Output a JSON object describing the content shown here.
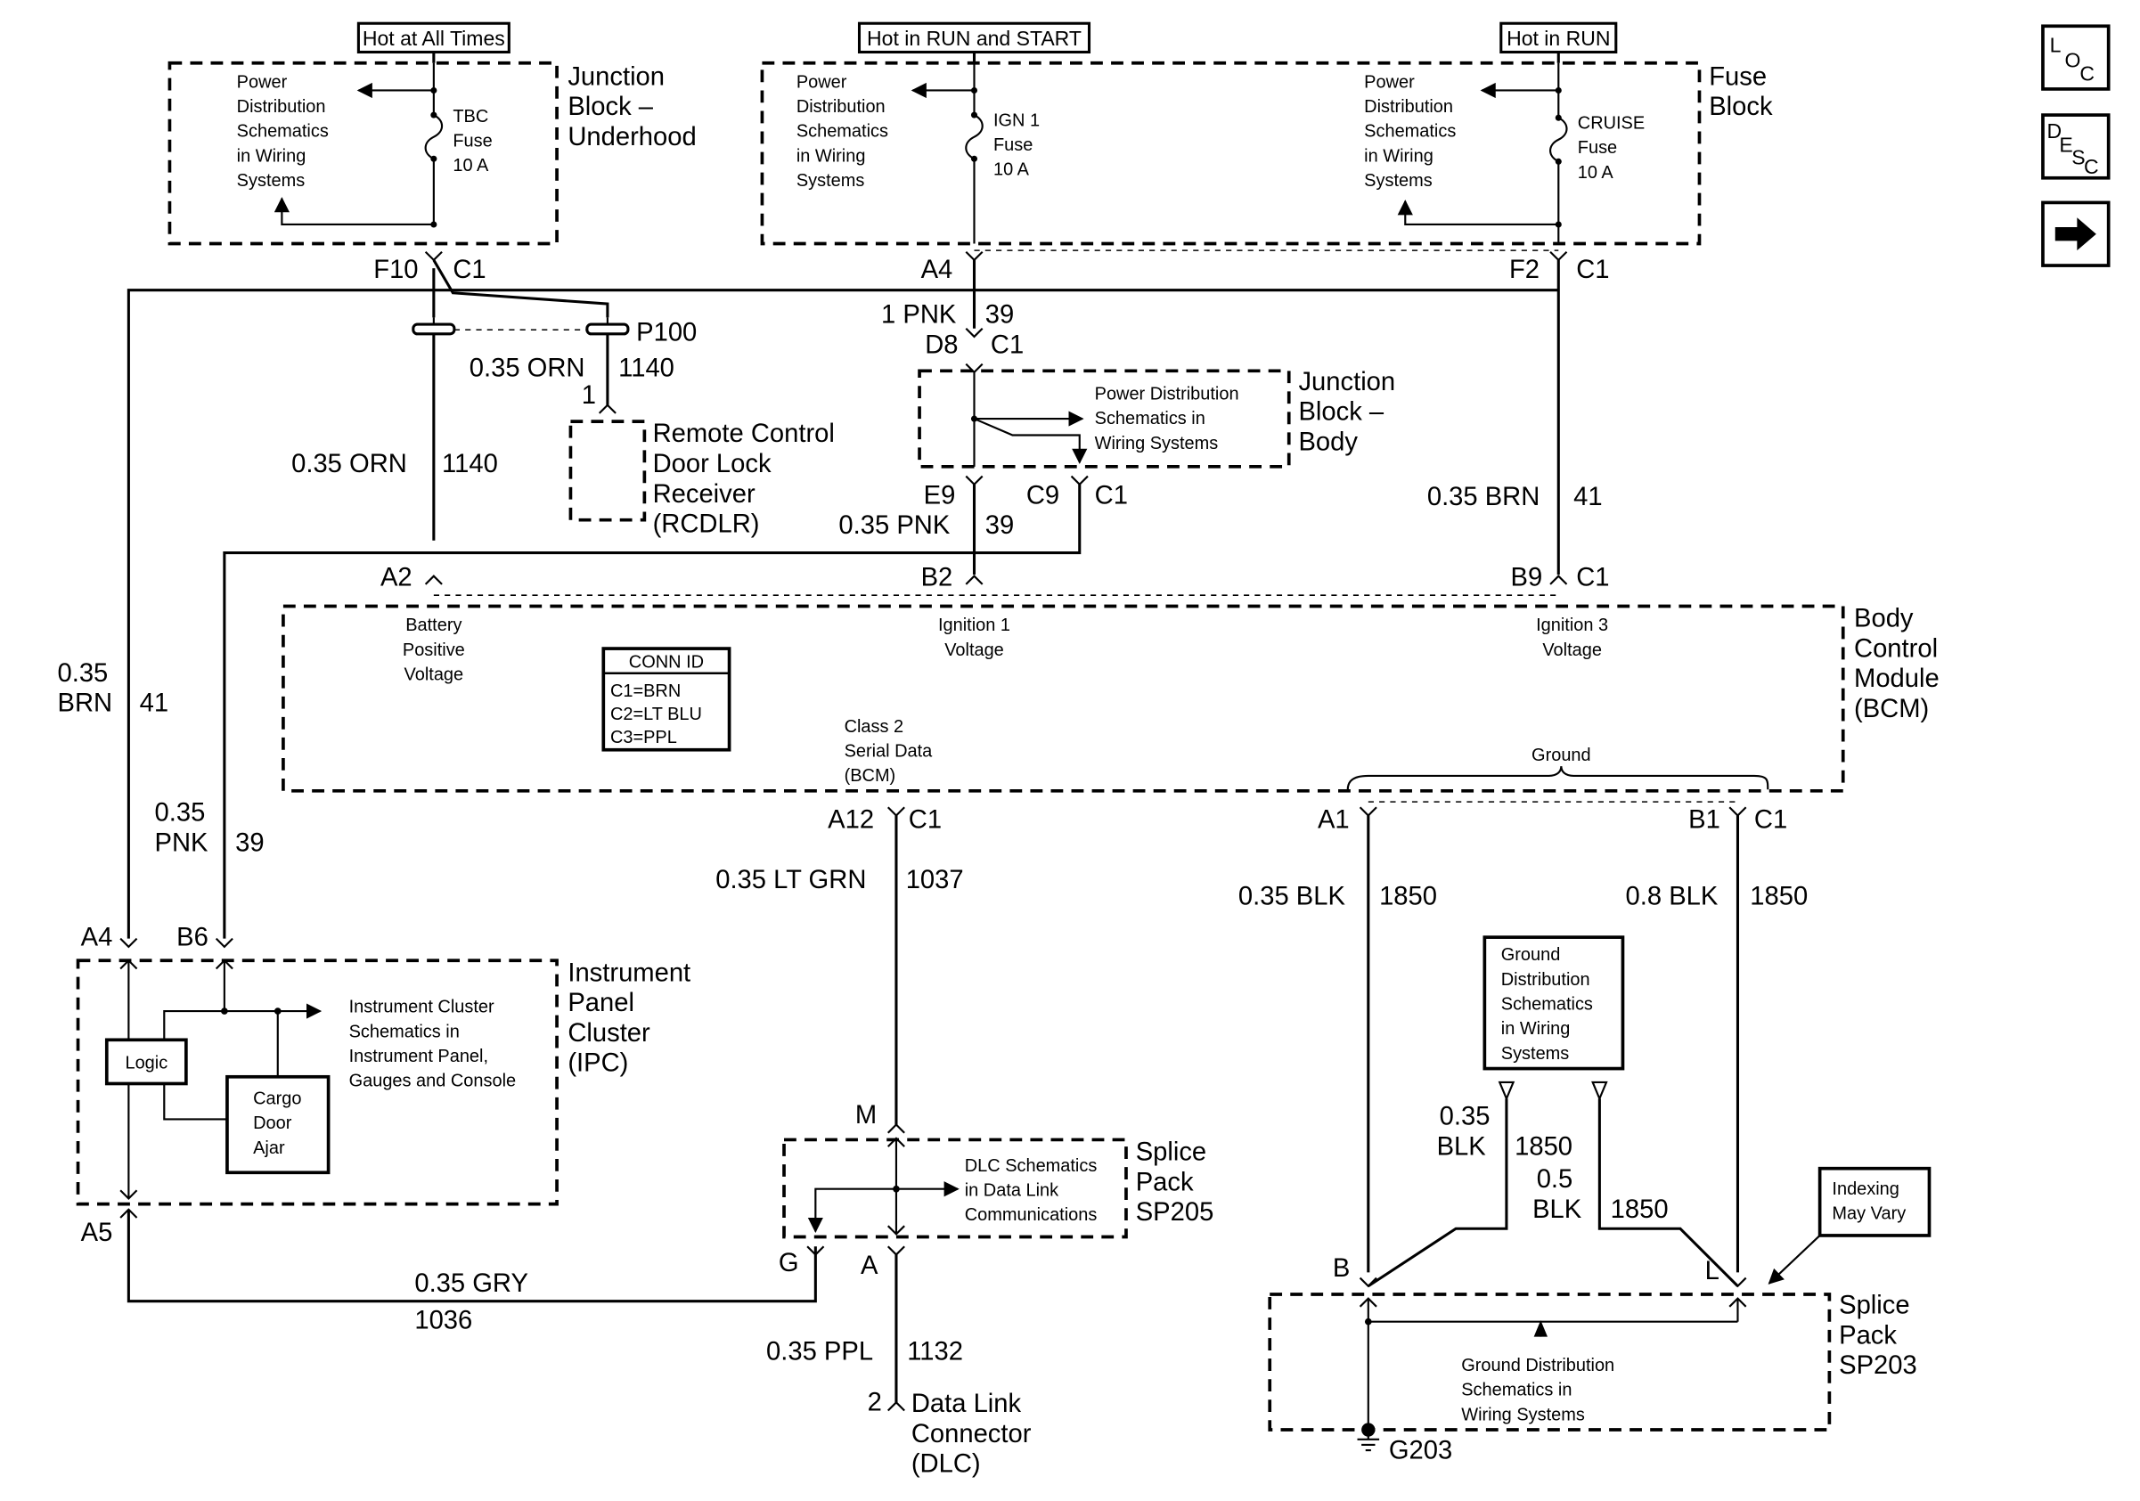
{
  "header_labels": {
    "hot_at_all_times": "Hot at All Times",
    "hot_in_run_start": "Hot in RUN and START",
    "hot_in_run": "Hot in RUN"
  },
  "jb_underhood": {
    "line1": "Junction",
    "line2": "Block –",
    "line3": "Underhood",
    "fuse_name": "TBC",
    "fuse_word": "Fuse",
    "fuse_rating": "10 A"
  },
  "fuse_block": {
    "line1": "Fuse",
    "line2": "Block",
    "ign_name": "IGN 1",
    "ign_word": "Fuse",
    "ign_rating": "10 A",
    "cruise_name": "CRUISE",
    "cruise_word": "Fuse",
    "cruise_rating": "10 A"
  },
  "power_dist": {
    "l1": "Power",
    "l2": "Distribution",
    "l3": "Schematics",
    "l4": "in Wiring",
    "l5": "Systems"
  },
  "jb_body": {
    "line1": "Junction",
    "line2": "Block –",
    "line3": "Body",
    "s1": "Power Distribution",
    "s2": "Schematics in",
    "s3": "Wiring Systems"
  },
  "connectors": {
    "f10": "F10",
    "c1": "C1",
    "a4_top": "A4",
    "f2": "F2",
    "p100": "P100",
    "d8": "D8",
    "pin1": "1",
    "e9": "E9",
    "c9": "C9",
    "a2": "A2",
    "b2": "B2",
    "b9": "B9",
    "a12": "A12",
    "a1": "A1",
    "b1": "B1",
    "ipc_a4": "A4",
    "ipc_b6": "B6",
    "ipc_a5": "A5",
    "m": "M",
    "g": "G",
    "a": "A",
    "dlc_pin": "2",
    "b": "B",
    "l": "L"
  },
  "wires": {
    "pnk_top": "1 PNK",
    "pnk_top_ckt": "39",
    "orn_rcdlr": "0.35 ORN",
    "orn_rcdlr_ckt": "1140",
    "orn_main": "0.35 ORN",
    "orn_main_ckt": "1140",
    "pnk_bcm": "0.35 PNK",
    "pnk_bcm_ckt": "39",
    "brn_right": "0.35 BRN",
    "brn_right_ckt": "41",
    "brn_left_a": "0.35",
    "brn_left_b": "BRN",
    "brn_left_ckt": "41",
    "pnk_left_a": "0.35",
    "pnk_left_b": "PNK",
    "pnk_left_ckt": "39",
    "ltgrn": "0.35 LT GRN",
    "ltgrn_ckt": "1037",
    "blk_a1": "0.35 BLK",
    "blk_a1_ckt": "1850",
    "blk_b1": "0.8 BLK",
    "blk_b1_ckt": "1850",
    "blk_sp_a": "0.35",
    "blk_sp_b": "BLK",
    "blk_sp_ckt": "1850",
    "blk05_a": "0.5",
    "blk05_b": "BLK",
    "blk05_ckt": "1850",
    "gry": "0.35 GRY",
    "gry_ckt": "1036",
    "ppl": "0.35 PPL",
    "ppl_ckt": "1132"
  },
  "rcdlr": {
    "l1": "Remote Control",
    "l2": "Door Lock",
    "l3": "Receiver",
    "l4": "(RCDLR)"
  },
  "bcm": {
    "l1": "Body",
    "l2": "Control",
    "l3": "Module",
    "l4": "(BCM)",
    "batt1": "Battery",
    "batt2": "Positive",
    "batt3": "Voltage",
    "ign1_1": "Ignition 1",
    "ign1_2": "Voltage",
    "ign3_1": "Ignition 3",
    "ign3_2": "Voltage",
    "serial1": "Class 2",
    "serial2": "Serial Data",
    "serial3": "(BCM)",
    "ground": "Ground"
  },
  "conn_id": {
    "title": "CONN ID",
    "c1": "C1=BRN",
    "c2": "C2=LT BLU",
    "c3": "C3=PPL"
  },
  "ipc": {
    "l1": "Instrument",
    "l2": "Panel",
    "l3": "Cluster",
    "l4": "(IPC)",
    "logic": "Logic",
    "cargo1": "Cargo",
    "cargo2": "Door",
    "cargo3": "Ajar",
    "s1": "Instrument Cluster",
    "s2": "Schematics in",
    "s3": "Instrument Panel,",
    "s4": "Gauges and Console"
  },
  "sp205": {
    "l1": "Splice",
    "l2": "Pack",
    "l3": "SP205",
    "s1": "DLC Schematics",
    "s2": "in Data Link",
    "s3": "Communications"
  },
  "dlc": {
    "l1": "Data Link",
    "l2": "Connector",
    "l3": "(DLC)"
  },
  "ground_dist": {
    "l1": "Ground",
    "l2": "Distribution",
    "l3": "Schematics",
    "l4": "in Wiring",
    "l5": "Systems"
  },
  "indexing": {
    "l1": "Indexing",
    "l2": "May Vary"
  },
  "sp203": {
    "l1": "Splice",
    "l2": "Pack",
    "l3": "SP203",
    "s1": "Ground Distribution",
    "s2": "Schematics in",
    "s3": "Wiring Systems"
  },
  "g203": "G203",
  "nav": {
    "loc_l": "L",
    "loc_o": "O",
    "loc_c": "C",
    "desc_d": "D",
    "desc_e": "E",
    "desc_s": "S",
    "desc_c": "C"
  }
}
